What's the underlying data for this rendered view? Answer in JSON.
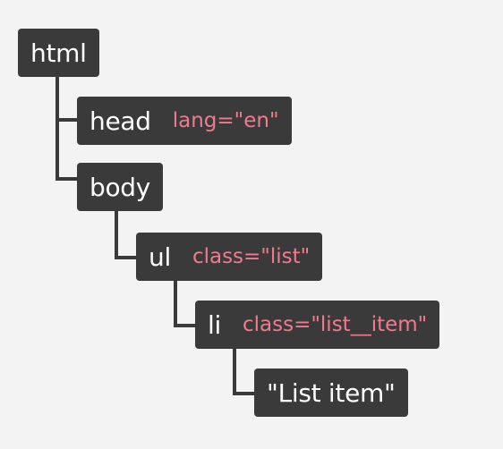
{
  "nodes": {
    "html": {
      "tag": "html"
    },
    "head": {
      "tag": "head",
      "attr": "lang=\"en\""
    },
    "body": {
      "tag": "body"
    },
    "ul": {
      "tag": "ul",
      "attr": "class=\"list\""
    },
    "li": {
      "tag": "li",
      "attr": "class=\"list__item\""
    },
    "text": {
      "tag": "\"List item\""
    }
  },
  "colors": {
    "background": "#f3f3f3",
    "node": "#3a3a3a",
    "tag_text": "#ffffff",
    "attribute_text": "#ef7b8d"
  }
}
